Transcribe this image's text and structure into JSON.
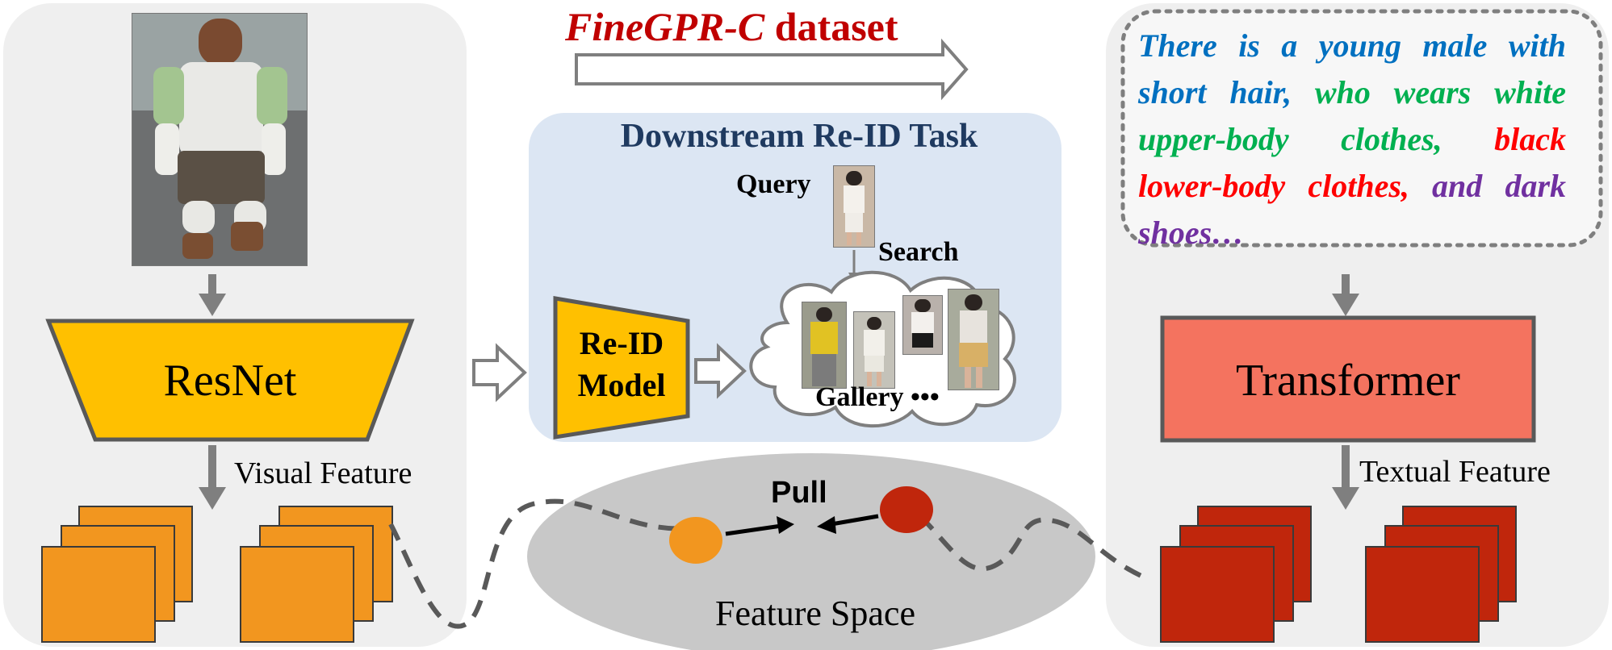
{
  "title": {
    "dataset_name": "FineGPR-C",
    "dataset_suffix": " dataset"
  },
  "reid_task": {
    "title": "Downstream  Re-ID Task",
    "query_label": "Query",
    "search_label": "Search",
    "gallery_label": "Gallery",
    "gallery_ellipsis": "•••",
    "model_label_line1": "Re-ID",
    "model_label_line2": "Model"
  },
  "left_branch": {
    "encoder_label": "ResNet",
    "feature_label": "Visual Feature"
  },
  "right_branch": {
    "encoder_label": "Transformer",
    "feature_label": "Textual Feature",
    "description": [
      {
        "text": "There is a young male",
        "color": "#0070c0"
      },
      {
        "text": " with short hair,",
        "color": "#0070c0"
      },
      {
        "text": " who wears white upper-body clothes,",
        "color": "#00b050"
      },
      {
        "text": " black lower-body clothes,",
        "color": "#ff0000"
      },
      {
        "text": " and dark shoes…",
        "color": "#7030a0"
      }
    ]
  },
  "feature_space": {
    "label": "Feature Space",
    "pull_label": "Pull"
  },
  "colors": {
    "panel_gray": "#efefef",
    "reid_panel": "#dce6f3",
    "resnet_fill": "#ffc000",
    "transformer_fill": "#f4735f",
    "visual_feature": "#f2961f",
    "textual_feature": "#c0260c",
    "feature_space_fill": "#c8c8c8",
    "arrow_gray": "#7f7f7f"
  }
}
